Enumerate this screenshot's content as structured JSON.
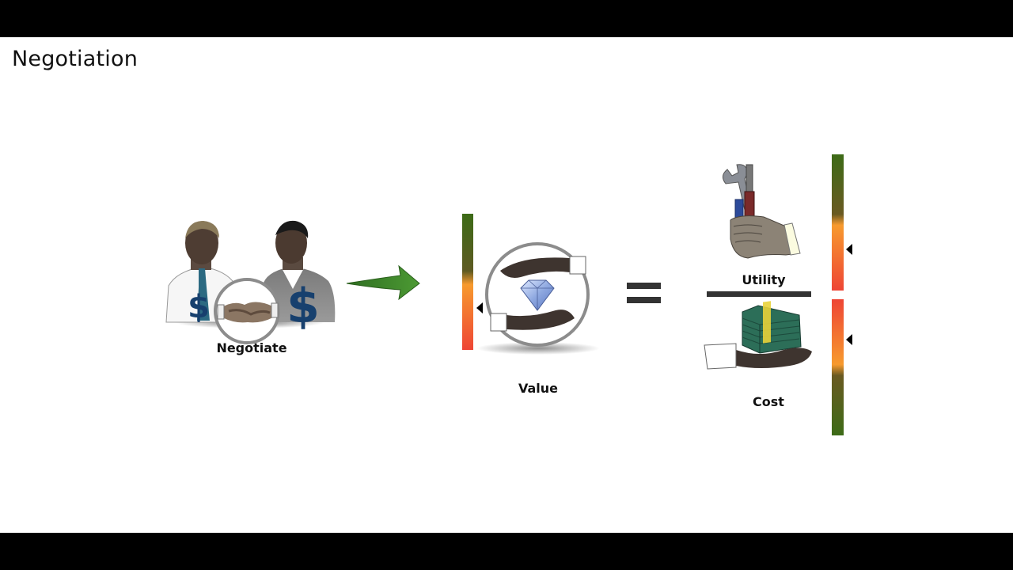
{
  "slide": {
    "title": "Negotiation"
  },
  "labels": {
    "negotiate": "Negotiate",
    "value": "Value",
    "utility": "Utility",
    "cost": "Cost"
  },
  "icons": {
    "negotiate": "two-businessmen-handshake-dollar-icon",
    "arrow": "green-right-arrow-icon",
    "value": "hands-holding-diamond-icon",
    "equals": "equals-sign-icon",
    "utility": "hand-holding-tools-icon",
    "cost": "hand-holding-money-icon"
  },
  "colors": {
    "scale_green": "#3d6b17",
    "scale_orange": "#f79a2e",
    "scale_red": "#ee4535",
    "arrow_green": "#3f8a2a",
    "dollar_blue": "#17406e"
  }
}
